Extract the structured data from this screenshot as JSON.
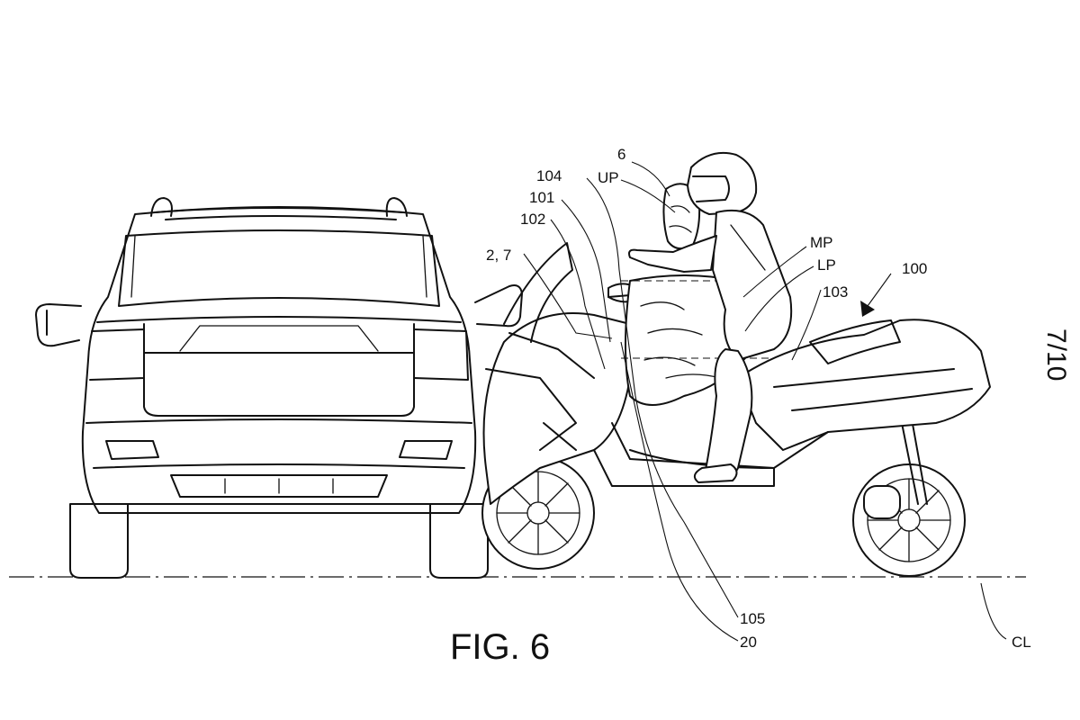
{
  "figure": {
    "caption": "FIG. 6",
    "sheet": "7/10"
  },
  "labels": {
    "l_6": "6",
    "l_up": "UP",
    "l_104": "104",
    "l_101": "101",
    "l_102": "102",
    "l_2_7": "2, 7",
    "l_mp": "MP",
    "l_lp": "LP",
    "l_100": "100",
    "l_103": "103",
    "l_105": "105",
    "l_20": "20",
    "l_cl": "CL"
  }
}
